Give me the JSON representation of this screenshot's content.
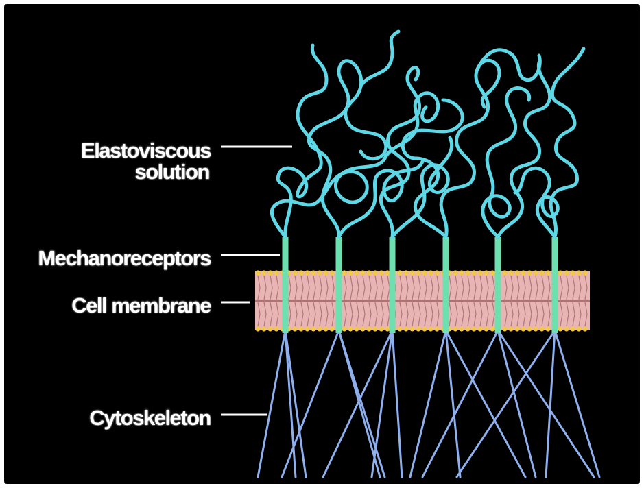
{
  "labels": {
    "elastoviscous_line1": "Elastoviscous",
    "elastoviscous_line2": "solution",
    "mechanoreceptors": "Mechanoreceptors",
    "cell_membrane": "Cell membrane",
    "cytoskeleton": "Cytoskeleton"
  },
  "colors": {
    "background": "#000000",
    "elastoviscous": "#5ed8e6",
    "mechanoreceptor": "#6ee0b0",
    "membrane_fill": "#e8b4b4",
    "membrane_heads": "#f2c84a",
    "cytoskeleton": "#8fb0ee",
    "leader_lines": "#ffffff",
    "label_text": "#ffffff"
  }
}
